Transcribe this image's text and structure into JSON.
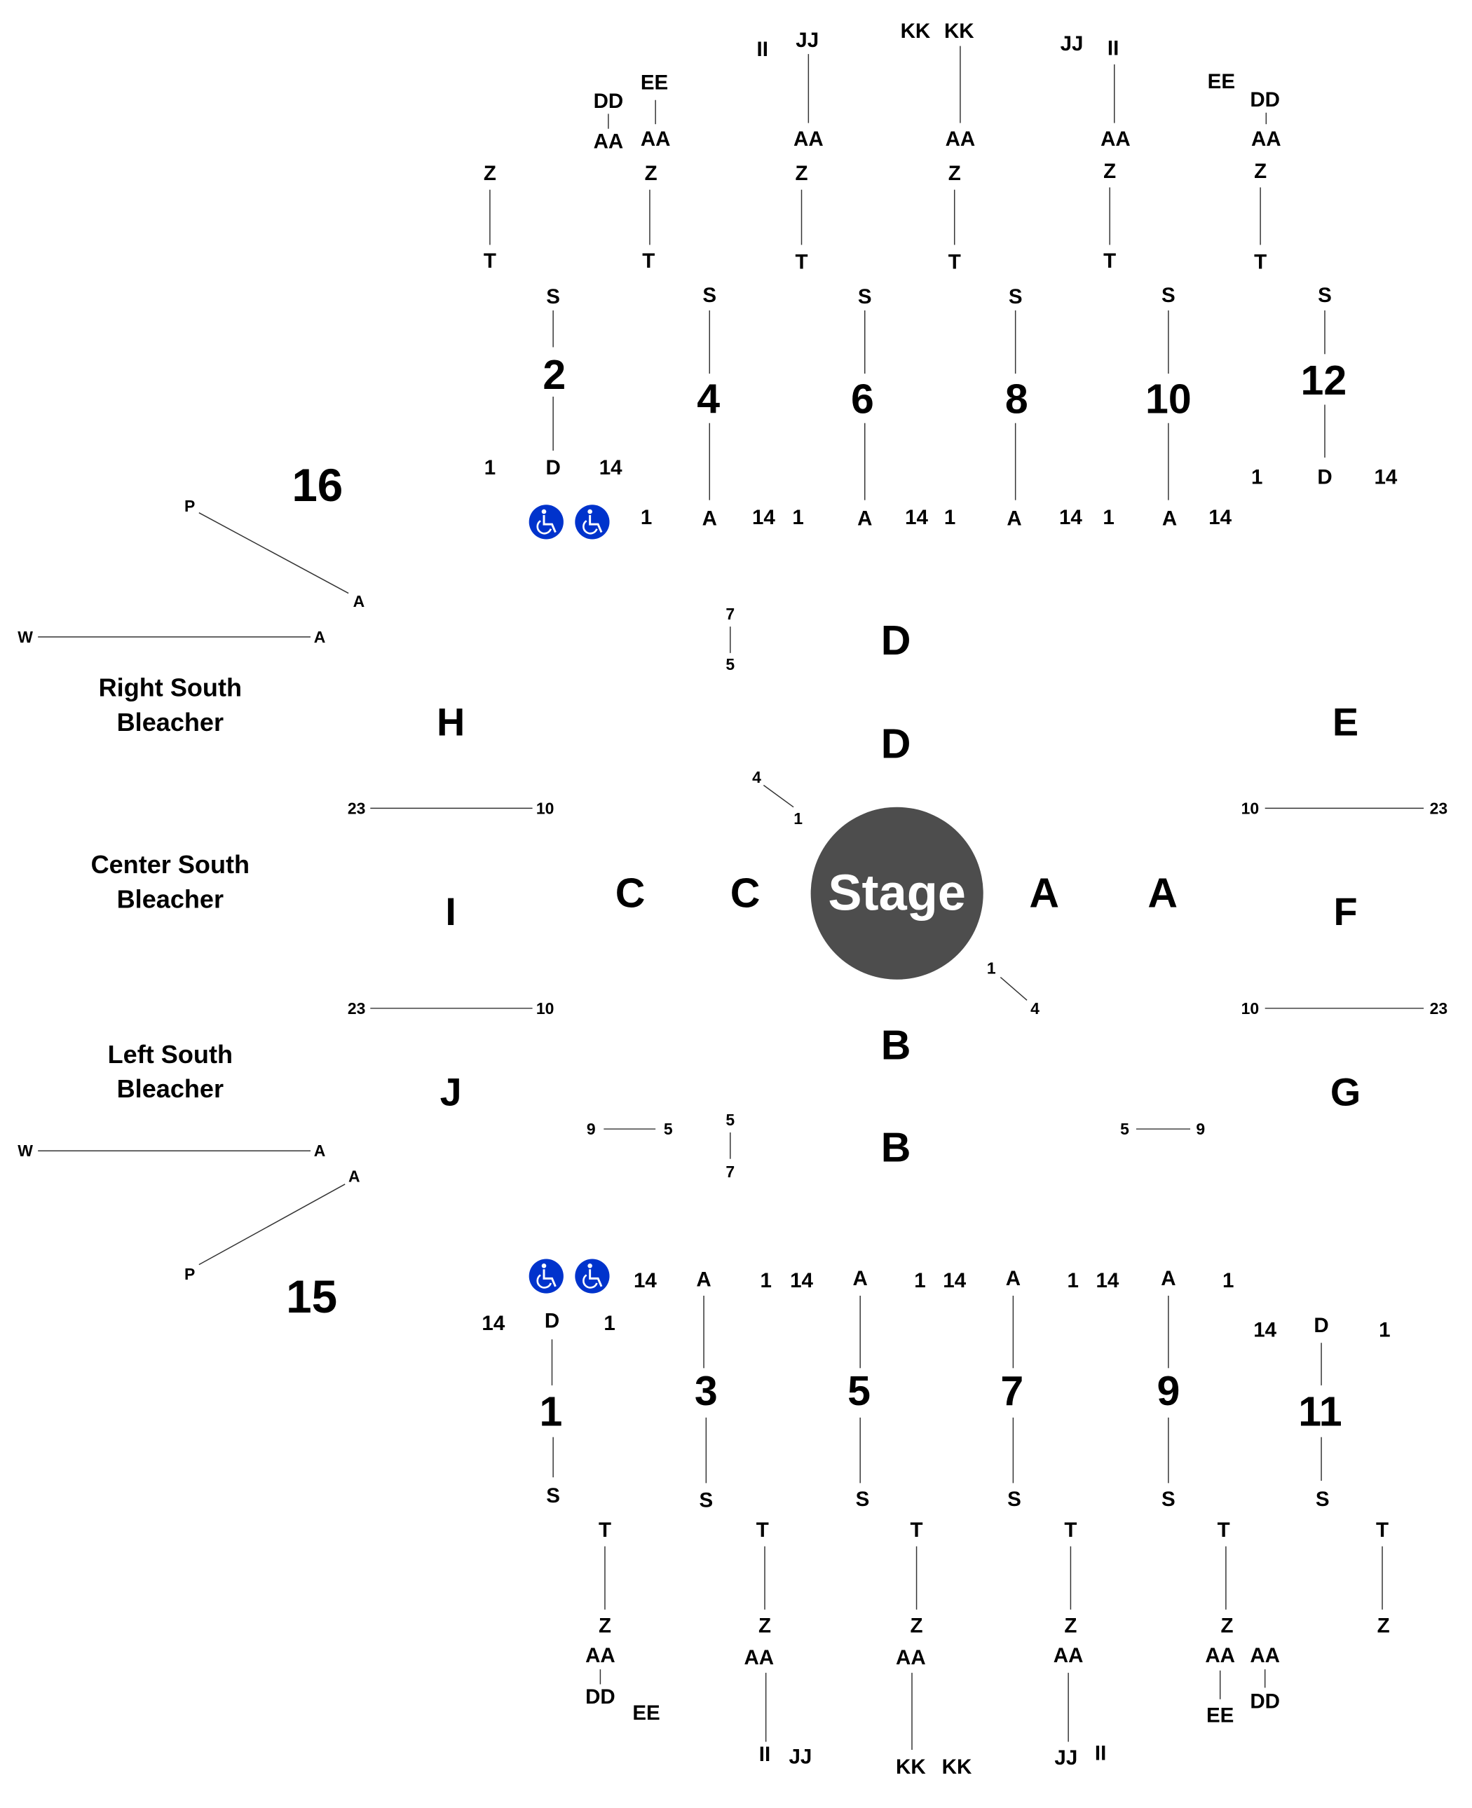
{
  "stage": "Stage",
  "accent_color": "#0033cc",
  "stage_color": "#4d4d4d",
  "wheelchair_icon": "wheelchair-accessible-icon",
  "floor": {
    "sections": [
      "D",
      "D",
      "C",
      "C",
      "A",
      "A",
      "B",
      "B"
    ],
    "seat_ranges": [
      [
        "7",
        "5"
      ],
      [
        "4",
        "1"
      ],
      [
        "1",
        "4"
      ],
      [
        "9",
        "5"
      ],
      [
        "5",
        "7"
      ],
      [
        "5",
        "9"
      ]
    ]
  },
  "outer": {
    "sections": [
      "H",
      "I",
      "J",
      "E",
      "F",
      "G"
    ],
    "seat_ranges": [
      [
        "23",
        "10"
      ],
      [
        "23",
        "10"
      ],
      [
        "10",
        "23"
      ],
      [
        "10",
        "23"
      ]
    ]
  },
  "bleachers": [
    [
      "Right South",
      "Bleacher"
    ],
    [
      "Center South",
      "Bleacher"
    ],
    [
      "Left South",
      "Bleacher"
    ]
  ],
  "side": [
    {
      "number": "16",
      "rows": [
        [
          "P",
          "A"
        ],
        [
          "W",
          "A"
        ]
      ]
    },
    {
      "number": "15",
      "rows": [
        [
          "W",
          "A"
        ],
        [
          "A",
          "P"
        ]
      ]
    }
  ],
  "upper": [
    {
      "number": "2",
      "rows": [
        "S",
        "D"
      ],
      "seats": [
        "1",
        "14"
      ]
    },
    {
      "number": "4",
      "rows": [
        "S",
        "A"
      ],
      "seats": [
        "1",
        "14"
      ]
    },
    {
      "number": "6",
      "rows": [
        "S",
        "A"
      ],
      "seats": [
        "1",
        "14"
      ]
    },
    {
      "number": "8",
      "rows": [
        "S",
        "A"
      ],
      "seats": [
        "1",
        "14"
      ]
    },
    {
      "number": "10",
      "rows": [
        "S",
        "A"
      ],
      "seats": [
        "1",
        "14"
      ]
    },
    {
      "number": "12",
      "rows": [
        "S",
        "D"
      ],
      "seats": [
        "1",
        "14"
      ]
    }
  ],
  "lower": [
    {
      "number": "1",
      "rows": [
        "D",
        "S"
      ],
      "seats": [
        "14",
        "1"
      ]
    },
    {
      "number": "3",
      "rows": [
        "A",
        "S"
      ],
      "seats": [
        "14",
        "1"
      ]
    },
    {
      "number": "5",
      "rows": [
        "A",
        "S"
      ],
      "seats": [
        "14",
        "1"
      ]
    },
    {
      "number": "7",
      "rows": [
        "A",
        "S"
      ],
      "seats": [
        "14",
        "1"
      ]
    },
    {
      "number": "9",
      "rows": [
        "A",
        "S"
      ],
      "seats": [
        "14",
        "1"
      ]
    },
    {
      "number": "11",
      "rows": [
        "D",
        "S"
      ],
      "seats": [
        "14",
        "1"
      ]
    }
  ],
  "upper_back": [
    [
      "T",
      "Z"
    ],
    [
      "T",
      "Z",
      "AA",
      "EE",
      "AA",
      "DD"
    ],
    [
      "T",
      "Z",
      "AA",
      "JJ",
      "II"
    ],
    [
      "T",
      "Z",
      "AA",
      "KK",
      "KK"
    ],
    [
      "T",
      "Z",
      "AA",
      "II",
      "JJ"
    ],
    [
      "T",
      "Z",
      "AA",
      "DD",
      "EE"
    ]
  ],
  "lower_back": [
    [
      "T",
      "Z",
      "AA",
      "DD",
      "EE"
    ],
    [
      "T",
      "Z",
      "AA",
      "II",
      "JJ"
    ],
    [
      "T",
      "Z",
      "AA",
      "KK",
      "KK"
    ],
    [
      "T",
      "Z",
      "AA",
      "JJ",
      "II"
    ],
    [
      "T",
      "Z",
      "AA",
      "EE",
      "AA",
      "DD"
    ],
    [
      "T",
      "Z"
    ]
  ]
}
